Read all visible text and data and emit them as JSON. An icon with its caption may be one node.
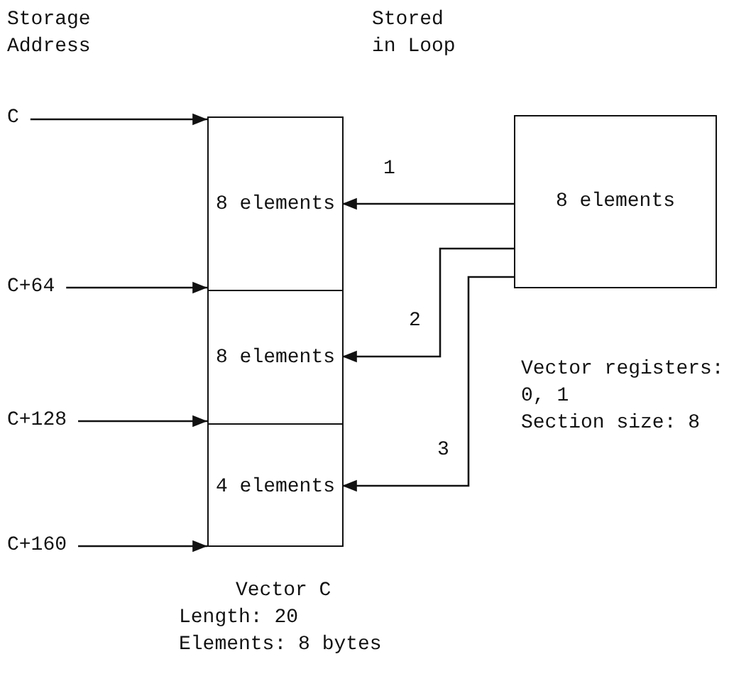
{
  "diagram": {
    "nodes": [
      {
        "text": [],
        "shape": "box",
        "beside": [
          "Vector C",
          "Length: 20",
          "Elements: 8 bytes"
        ]
      },
      {
        "text": [
          "8 elements"
        ],
        "in": 0
      },
      {
        "text": [
          "8 elements"
        ],
        "in": 0
      },
      {
        "text": [
          "4 elements"
        ],
        "in": 0
      },
      {
        "text": [
          "8 elements"
        ],
        "beside": [
          "Vector registers: 0, 1",
          "Section size: 8"
        ]
      },
      {
        "text": [
          "C"
        ]
      },
      {
        "text": [
          "C+64"
        ]
      },
      {
        "text": [
          "C+128"
        ]
      },
      {
        "text": [
          "C+160"
        ]
      }
    ],
    "edges": [
      {
        "from": 4,
        "to": 1,
        "label": "1",
        "arrow": "to"
      },
      {
        "from": 4,
        "to": 2,
        "label": "2",
        "arrow": "to"
      },
      {
        "from": 4,
        "to": 3,
        "label": "3",
        "arrow": "to"
      },
      {
        "from": 5,
        "to": 0,
        "arrow": "to"
      },
      {
        "from": 6,
        "to": 0,
        "arrow": "to"
      },
      {
        "from": 7,
        "to": 0,
        "arrow": "to"
      },
      {
        "from": 8,
        "to": 0,
        "arrow": "to"
      }
    ],
    "labels": [
      "Storage Address",
      "Stored in Loop"
    ]
  }
}
